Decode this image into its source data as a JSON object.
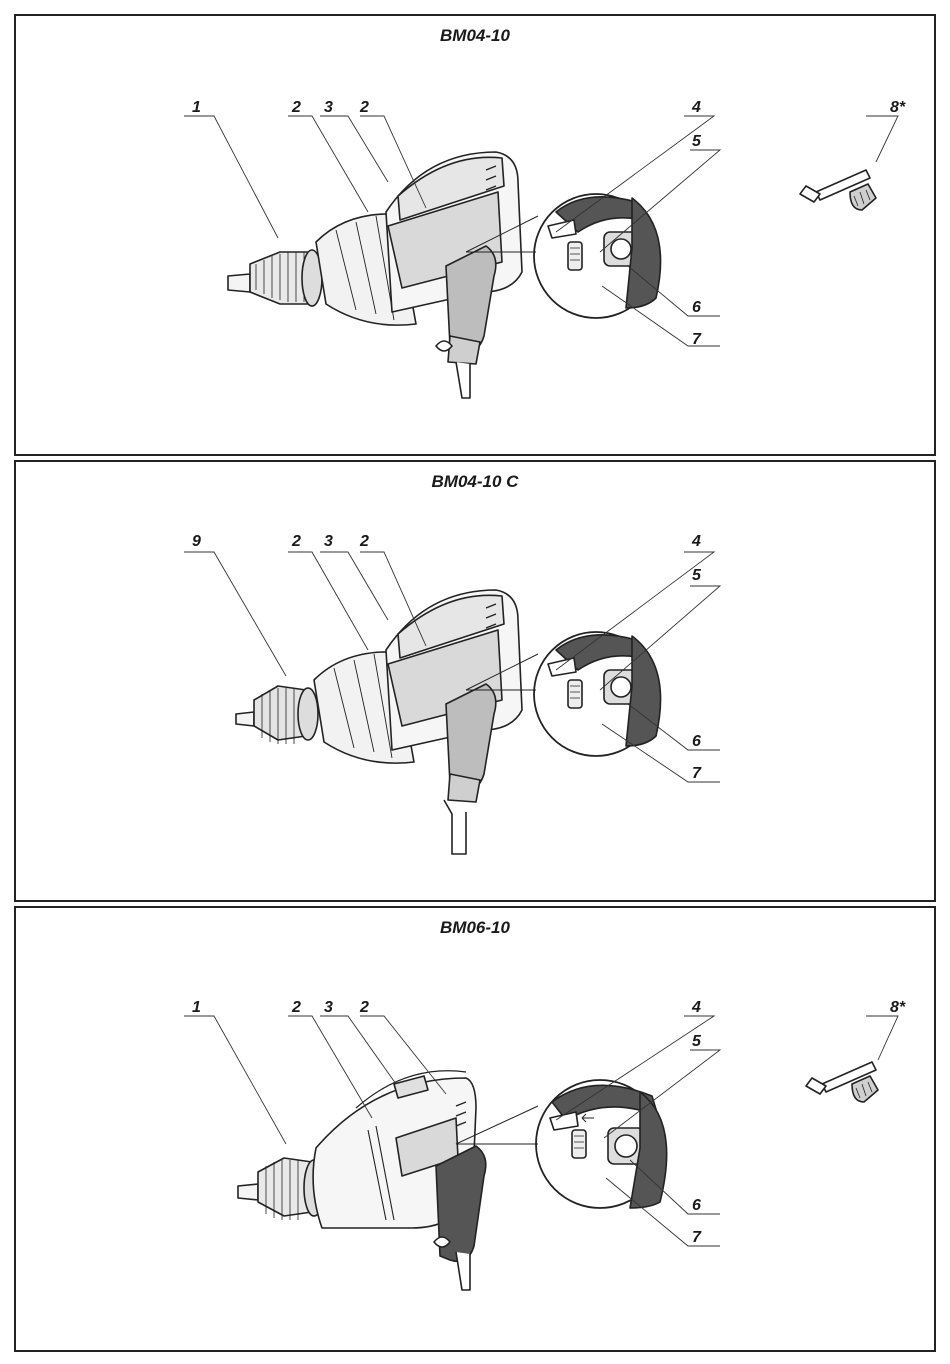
{
  "panels": [
    {
      "title": "BM04-10",
      "labels": {
        "chuck": "1",
        "side_left": "2",
        "top": "3",
        "side_right": "2",
        "p4": "4",
        "p5": "5",
        "p6": "6",
        "p7": "7",
        "key": "8*"
      }
    },
    {
      "title": "BM04-10 C",
      "labels": {
        "chuck": "9",
        "side_left": "2",
        "top": "3",
        "side_right": "2",
        "p4": "4",
        "p5": "5",
        "p6": "6",
        "p7": "7"
      }
    },
    {
      "title": "BM06-10",
      "labels": {
        "chuck": "1",
        "side_left": "2",
        "top": "3",
        "side_right": "2",
        "p4": "4",
        "p5": "5",
        "p6": "6",
        "p7": "7",
        "key": "8*"
      }
    }
  ]
}
